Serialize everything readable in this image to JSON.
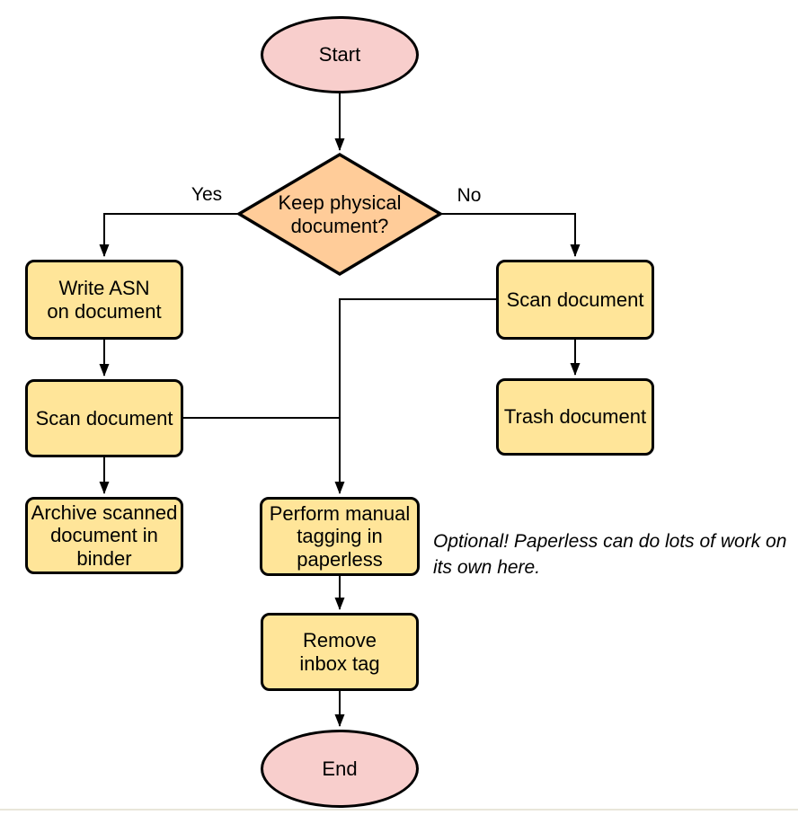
{
  "diagram": {
    "nodes": {
      "start": {
        "label": "Start",
        "type": "terminator"
      },
      "decision": {
        "label": "Keep physical\ndocument?",
        "type": "decision"
      },
      "write_asn": {
        "label": "Write ASN\non document",
        "type": "process"
      },
      "scan_left": {
        "label": "Scan document",
        "type": "process"
      },
      "archive": {
        "label": "Archive scanned\ndocument in\nbinder",
        "type": "process"
      },
      "scan_right": {
        "label": "Scan document",
        "type": "process"
      },
      "trash": {
        "label": "Trash document",
        "type": "process"
      },
      "tagging": {
        "label": "Perform manual\ntagging in\npaperless",
        "type": "process"
      },
      "remove_inbox_tag": {
        "label": "Remove\ninbox tag",
        "type": "process"
      },
      "end": {
        "label": "End",
        "type": "terminator"
      }
    },
    "edge_labels": {
      "yes": "Yes",
      "no": "No"
    },
    "annotation": "Optional! Paperless can do lots of work on\nits own here.",
    "colors": {
      "terminator_fill": "#F8CECC",
      "decision_fill": "#FFCC99",
      "process_fill": "#FFE599",
      "stroke": "#000000",
      "edge": "#000000"
    }
  }
}
